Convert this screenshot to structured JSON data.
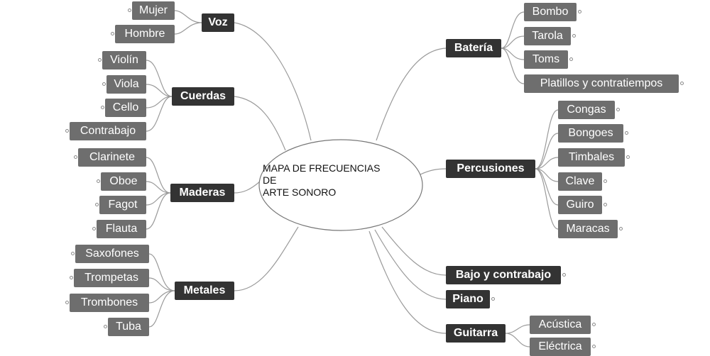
{
  "center": {
    "lines": [
      "MAPA DE FRECUENCIAS",
      "DE",
      "ARTE SONORO"
    ]
  },
  "branches": {
    "voz": {
      "label": "Voz",
      "children": [
        "Mujer",
        "Hombre"
      ]
    },
    "cuerdas": {
      "label": "Cuerdas",
      "children": [
        "Violín",
        "Viola",
        "Cello",
        "Contrabajo"
      ]
    },
    "maderas": {
      "label": "Maderas",
      "children": [
        "Clarinete",
        "Oboe",
        "Fagot",
        "Flauta"
      ]
    },
    "metales": {
      "label": "Metales",
      "children": [
        "Saxofones",
        "Trompetas",
        "Trombones",
        "Tuba"
      ]
    },
    "bateria": {
      "label": "Batería",
      "children": [
        "Bombo",
        "Tarola",
        "Toms",
        "Platillos y contratiempos"
      ]
    },
    "percusiones": {
      "label": "Percusiones",
      "children": [
        "Congas",
        "Bongoes",
        "Timbales",
        "Clave",
        "Guiro",
        "Maracas"
      ]
    },
    "bajo": {
      "label": "Bajo y contrabajo",
      "children": []
    },
    "piano": {
      "label": "Piano",
      "children": []
    },
    "guitarra": {
      "label": "Guitarra",
      "children": [
        "Acústica",
        "Eléctrica"
      ]
    }
  },
  "colors": {
    "branch": "#333333",
    "leaf": "#6e6e6e",
    "line": "#9a9a9a"
  }
}
